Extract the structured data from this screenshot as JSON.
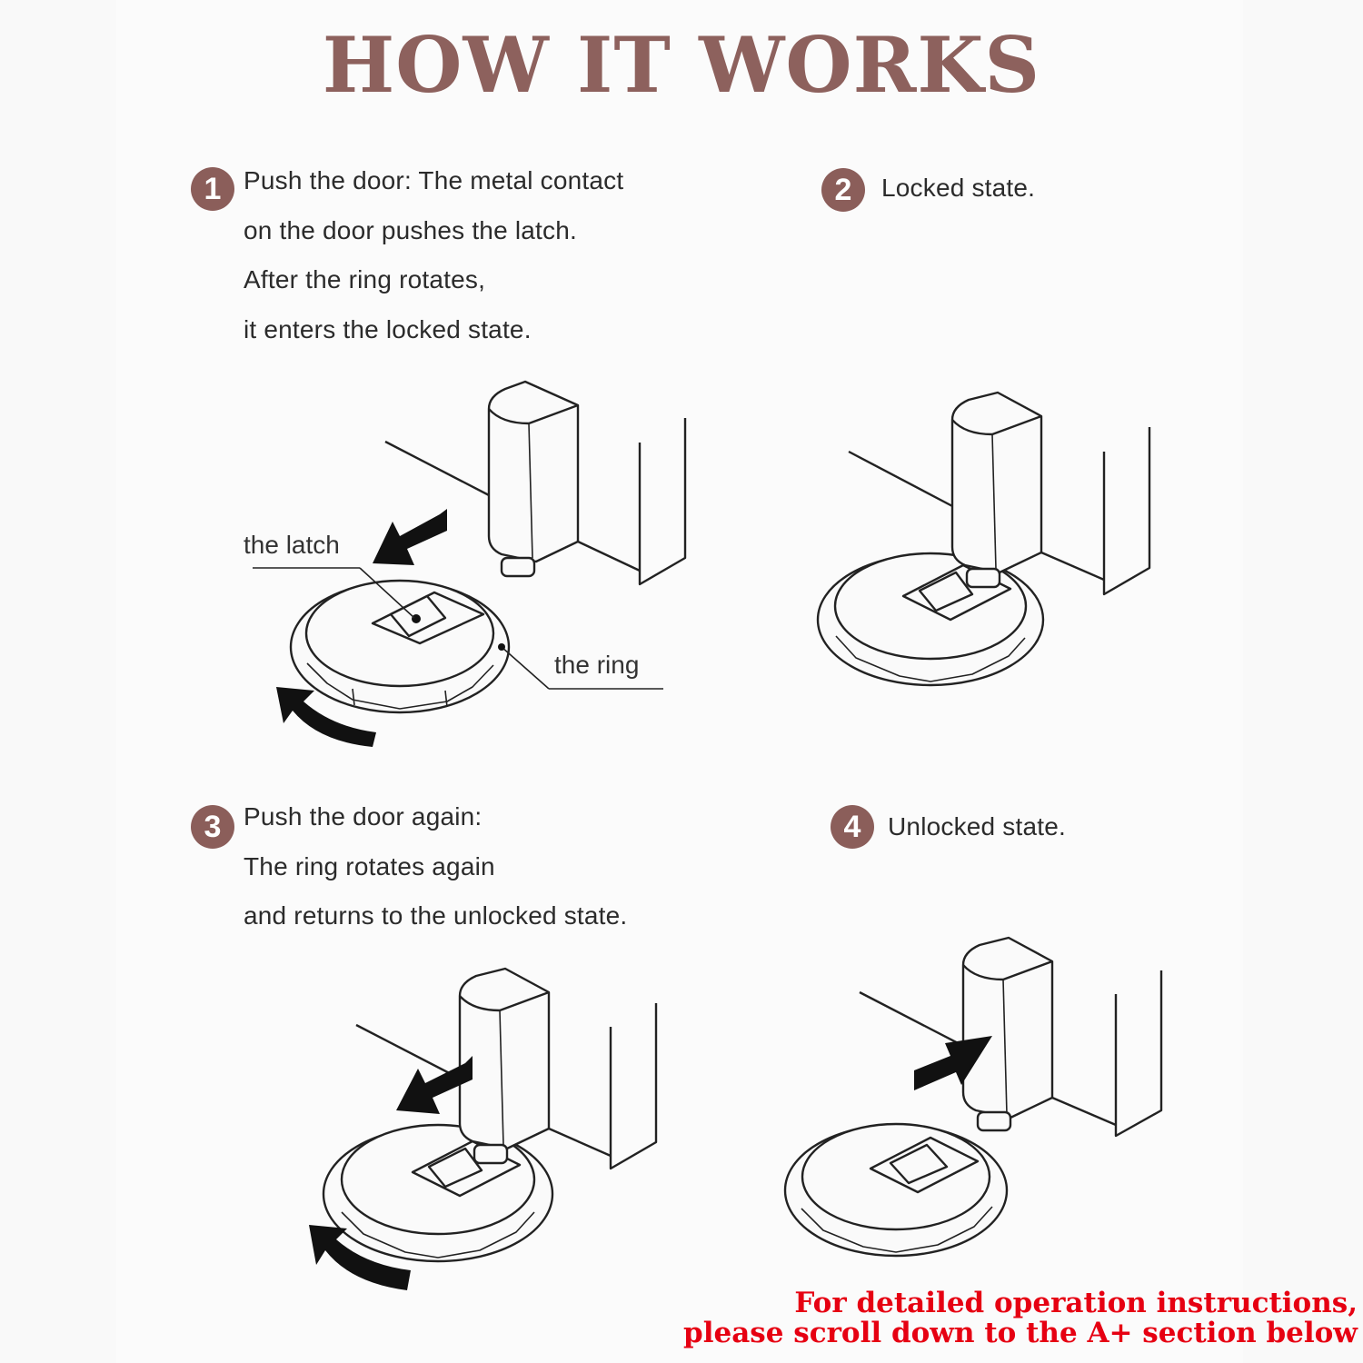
{
  "title": "HOW IT WORKS",
  "steps": [
    {
      "number": "1",
      "lines": [
        "Push the door: The metal contact",
        "on the door pushes the latch.",
        "After the ring rotates,",
        "it enters the locked state."
      ]
    },
    {
      "number": "2",
      "lines": [
        "Locked state."
      ]
    },
    {
      "number": "3",
      "lines": [
        "Push the door again:",
        "The ring rotates again",
        "and returns to the unlocked state."
      ]
    },
    {
      "number": "4",
      "lines": [
        "Unlocked state."
      ]
    }
  ],
  "callouts": {
    "latch": "the latch",
    "ring": "the ring"
  },
  "footer": [
    "For detailed operation instructions,",
    "please scroll down to the A+ section below"
  ],
  "colors": {
    "title": "#8d615d",
    "badge": "#8b5e5a",
    "footer": "#e60012"
  }
}
